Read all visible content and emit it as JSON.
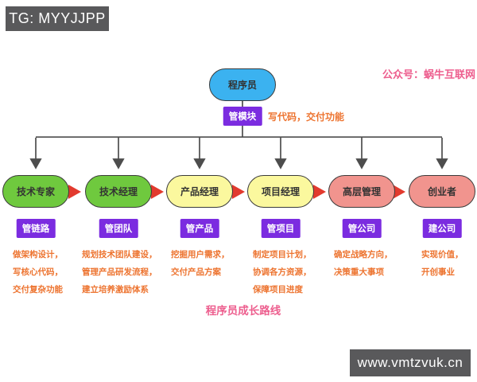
{
  "watermarks": {
    "top_left": "TG: MYYJJPP",
    "top_right": "公众号：蜗牛互联网",
    "bottom_right": "www.vmtzvuk.cn"
  },
  "root": {
    "title": "程序员",
    "tag": "管模块",
    "note": "写代码，交付功能",
    "color": "#3bb2f0"
  },
  "stages": [
    {
      "title": "技术专家",
      "tag": "管链路",
      "color": "#6fc93e",
      "desc": [
        "做架构设计，",
        "写核心代码，",
        "交付复杂功能"
      ]
    },
    {
      "title": "技术经理",
      "tag": "管团队",
      "color": "#6fc93e",
      "desc": [
        "规划技术团队建设，",
        "管理产品研发流程，",
        "建立培养激励体系"
      ]
    },
    {
      "title": "产品经理",
      "tag": "管产品",
      "color": "#fbf89e",
      "desc": [
        "挖掘用户需求，",
        "交付产品方案"
      ]
    },
    {
      "title": "项目经理",
      "tag": "管项目",
      "color": "#fbf89e",
      "desc": [
        "制定项目计划，",
        "协调各方资源，",
        "保障项目进度"
      ]
    },
    {
      "title": "高层管理",
      "tag": "管公司",
      "color": "#f1948e",
      "desc": [
        "确定战略方向，",
        "决策重大事项"
      ]
    },
    {
      "title": "创业者",
      "tag": "建公司",
      "color": "#f1948e",
      "desc": [
        "实现价值，",
        "开创事业"
      ]
    }
  ],
  "footer_title": "程序员成长路线",
  "colors": {
    "tag_bg": "#7b2ce0",
    "annotation_orange": "#ed7430",
    "accent_pink": "#ed5e8e",
    "arrow_red": "#e23a2e",
    "line_gray": "#4d4d4d",
    "bar_gray": "#59595b"
  }
}
